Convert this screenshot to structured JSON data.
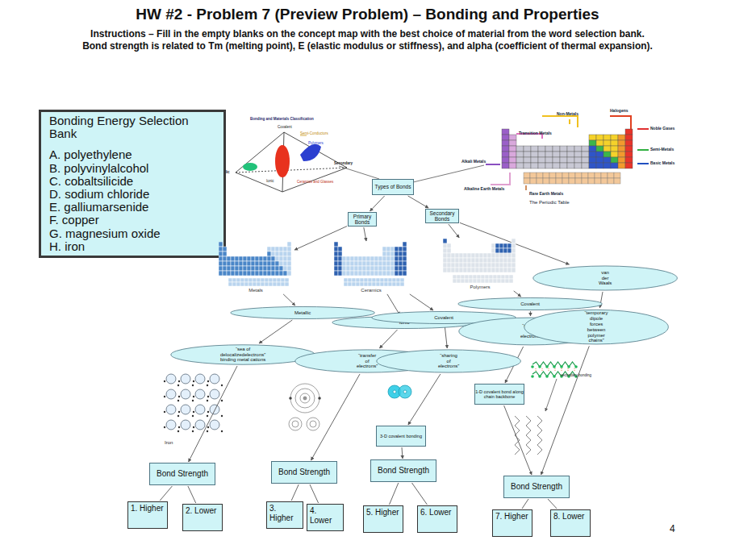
{
  "diagram": {
    "title": "HW #2 - Problem 7 (Preview Problem) – Bonding and Properties",
    "nodes": [
      {
        "text": [
          "Bonding Energy Selection Bank",
          "A. polyethylene",
          "B. polyvinylalcohol",
          "C. cobaltsilicide",
          "D. sodium chloride",
          "E. galliumarsenide",
          "F. copper",
          "G. magnesium oxide",
          "H. iron"
        ]
      },
      {
        "text": [
          "Types of Bonds"
        ]
      },
      {
        "text": [
          "Primary Bonds"
        ]
      },
      {
        "text": [
          "Secondary Bonds"
        ]
      },
      {
        "text": [
          "Metals"
        ]
      },
      {
        "text": [
          "Ceramics"
        ]
      },
      {
        "text": [
          "Polymers"
        ]
      },
      {
        "text": [
          "van der Waals"
        ]
      },
      {
        "text": [
          "Metallic"
        ]
      },
      {
        "text": [
          "Ionic"
        ]
      },
      {
        "text": [
          "Covalent"
        ]
      },
      {
        "text": [
          "Covalent"
        ]
      },
      {
        "text": [
          "“sea of delocalizedelectrons” binding metal cations"
        ]
      },
      {
        "text": [
          "“transfer of electrons”"
        ]
      },
      {
        "text": [
          "“sharing of electrons”"
        ]
      },
      {
        "text": [
          "“sharing of electrons”"
        ]
      },
      {
        "text": [
          "“temporary dipole forces between polymer chains”"
        ]
      },
      {
        "text": [
          "3-D covalent bonding"
        ]
      },
      {
        "text": [
          "1-D covalent bond along chain backbone"
        ]
      },
      {
        "text": [
          "Bond Strength"
        ]
      },
      {
        "text": [
          "Bond Strength"
        ]
      },
      {
        "text": [
          "Bond Strength"
        ]
      },
      {
        "text": [
          "Bond Strength"
        ]
      },
      {
        "text": [
          "1. Higher"
        ]
      },
      {
        "text": [
          "2. Lower"
        ]
      },
      {
        "text": [
          "3. Higher"
        ]
      },
      {
        "text": [
          "4. Lower"
        ]
      },
      {
        "text": [
          "5. Higher"
        ]
      },
      {
        "text": [
          "6. Lower"
        ]
      },
      {
        "text": [
          "7. Higher"
        ]
      },
      {
        "text": [
          "8. Lower"
        ]
      }
    ],
    "edges": [
      {
        "from": 1,
        "to": 2,
        "arrow": "to"
      },
      {
        "from": 1,
        "to": 3,
        "arrow": "to"
      },
      {
        "from": 2,
        "to": 4,
        "arrow": "to"
      },
      {
        "from": 2,
        "to": 5,
        "arrow": "to"
      },
      {
        "from": 3,
        "to": 6,
        "arrow": "to"
      },
      {
        "from": 3,
        "to": 7,
        "arrow": "to"
      },
      {
        "from": 4,
        "to": 8,
        "arrow": "to"
      },
      {
        "from": 5,
        "to": 9,
        "arrow": "to"
      },
      {
        "from": 5,
        "to": 10,
        "arrow": "to"
      },
      {
        "from": 6,
        "to": 11,
        "arrow": "to"
      },
      {
        "from": 7,
        "to": 16,
        "arrow": "to"
      },
      {
        "from": 8,
        "to": 12,
        "arrow": "to"
      },
      {
        "from": 9,
        "to": 13,
        "arrow": "to"
      },
      {
        "from": 10,
        "to": 14,
        "arrow": "to"
      },
      {
        "from": 11,
        "to": 15,
        "arrow": "to"
      },
      {
        "from": 12,
        "to": 19,
        "arrow": "to"
      },
      {
        "from": 13,
        "to": 20,
        "arrow": "to"
      },
      {
        "from": 14,
        "to": 17,
        "arrow": "to"
      },
      {
        "from": 17,
        "to": 21,
        "arrow": "to"
      },
      {
        "from": 15,
        "to": 18,
        "arrow": "to"
      },
      {
        "from": 18,
        "to": 22,
        "arrow": "to"
      },
      {
        "from": 16,
        "to": 22,
        "arrow": "to"
      },
      {
        "from": 19,
        "to": 23,
        "arrow": "none"
      },
      {
        "from": 19,
        "to": 24,
        "arrow": "none"
      },
      {
        "from": 20,
        "to": 25,
        "arrow": "none"
      },
      {
        "from": 20,
        "to": 26,
        "arrow": "none"
      },
      {
        "from": 21,
        "to": 27,
        "arrow": "none"
      },
      {
        "from": 21,
        "to": 28,
        "arrow": "none"
      },
      {
        "from": 22,
        "to": 29,
        "arrow": "none"
      },
      {
        "from": 22,
        "to": 30,
        "arrow": "none"
      }
    ],
    "labels": [
      "Instructions – Fill in the empty blanks on the concept map with the best choice of material from the word selection bank.",
      "Bond strength is related to Tm (melting point), E (elastic modulus or stiffness), and alpha (coefficient of thermal expansion).",
      "Bonding and Materials Classification",
      "Covalent",
      "Semi-Conductors",
      "Polymers",
      "Metallic",
      "Secondary",
      "Ionic",
      "Ceramics and Glasses",
      "Non-Metals",
      "Halogens",
      "Noble Gases",
      "Transition Metals",
      "Semi-Metals",
      "Alkali Metals",
      "Basic Metals",
      "Alkaline Earth Metals",
      "Rare Earth Metals",
      "The Periodic Table",
      "Iron",
      "secondary bonding",
      "4"
    ]
  }
}
